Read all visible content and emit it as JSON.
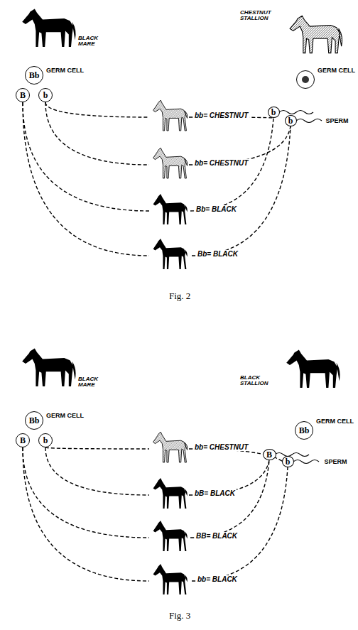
{
  "diagram": {
    "nodes": [
      {
        "text": [
          "Bb",
          "GERM CELL"
        ]
      },
      {
        "text": [
          "B"
        ]
      },
      {
        "text": [
          "b"
        ]
      },
      {
        "text": [
          "GERM CELL"
        ]
      },
      {
        "text": [
          "b"
        ]
      },
      {
        "text": [
          "b",
          "SPERM"
        ]
      },
      {
        "text": [
          "Bb",
          "GERM CELL"
        ]
      },
      {
        "text": [
          "B"
        ]
      },
      {
        "text": [
          "b"
        ]
      },
      {
        "text": [
          "Bb",
          "GERM CELL"
        ]
      },
      {
        "text": [
          "B"
        ]
      },
      {
        "text": [
          "b",
          "SPERM"
        ]
      }
    ],
    "edges": [
      {
        "from": 2,
        "to": 4,
        "arrow": "none",
        "label": "bb= CHESTNUT"
      },
      {
        "from": 2,
        "to": 5,
        "arrow": "none",
        "label": "bb= CHESTNUT"
      },
      {
        "from": 1,
        "to": 4,
        "arrow": "none",
        "label": "Bb= BLACK"
      },
      {
        "from": 1,
        "to": 5,
        "arrow": "none",
        "label": "Bb= BLACK"
      },
      {
        "from": 8,
        "to": 11,
        "arrow": "none",
        "label": "bb= CHESTNUT"
      },
      {
        "from": 8,
        "to": 10,
        "arrow": "none",
        "label": "bB= BLACK"
      },
      {
        "from": 7,
        "to": 10,
        "arrow": "none",
        "label": "BB= BLACK"
      },
      {
        "from": 7,
        "to": 11,
        "arrow": "none",
        "label": "bb= BLACK"
      }
    ],
    "labels": [
      "BLACK MARE",
      "CHESTNUT STALLION",
      "Fig. 2",
      "BLACK MARE",
      "BLACK STALLION",
      "Fig. 3"
    ]
  }
}
